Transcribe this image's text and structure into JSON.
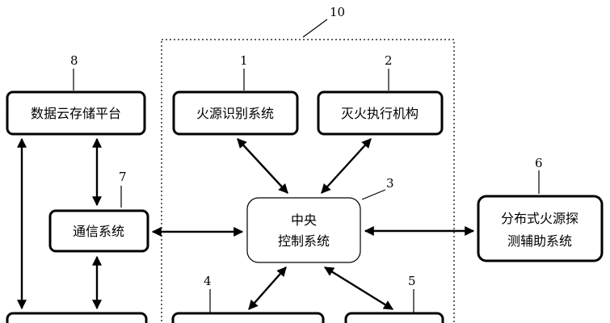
{
  "diagram": {
    "group_number": "10",
    "nodes": {
      "fire_identification": {
        "number": "1",
        "label": "火源识别系统"
      },
      "extinguishing_mechanism": {
        "number": "2",
        "label": "灭火执行机构"
      },
      "central_control": {
        "number": "3",
        "label_line1": "中央",
        "label_line2": "控制系统"
      },
      "node4": {
        "number": "4"
      },
      "node5": {
        "number": "5"
      },
      "distributed_detection": {
        "number": "6",
        "label_line1": "分布式火源探",
        "label_line2": "测辅助系统"
      },
      "communication": {
        "number": "7",
        "label": "通信系统"
      },
      "cloud_storage": {
        "number": "8",
        "label": "数据云存储平台"
      }
    }
  }
}
